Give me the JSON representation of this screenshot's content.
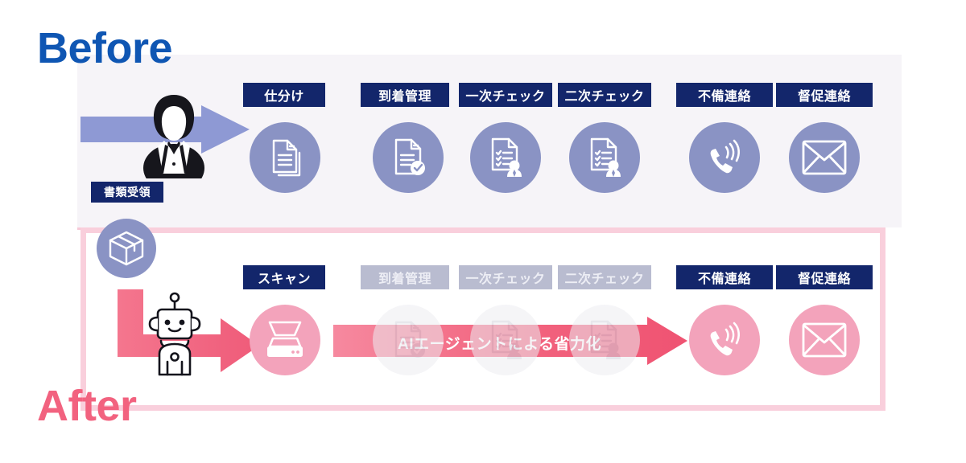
{
  "headings": {
    "before": "Before",
    "after": "After"
  },
  "before_row": {
    "intake_label": "書類受領",
    "actor_icon": "person-icon",
    "steps": [
      {
        "label": "仕分け",
        "icon": "documents-icon",
        "state": "active"
      },
      {
        "label": "到着管理",
        "icon": "document-check-icon",
        "state": "active"
      },
      {
        "label": "一次チェック",
        "icon": "document-person-icon",
        "state": "active"
      },
      {
        "label": "二次チェック",
        "icon": "document-person-icon",
        "state": "active"
      },
      {
        "label": "不備連絡",
        "icon": "phone-ring-icon",
        "state": "active"
      },
      {
        "label": "督促連絡",
        "icon": "envelope-icon",
        "state": "active"
      }
    ]
  },
  "after_row": {
    "actor_icon": "robot-icon",
    "flow_arrow_label": "AIエージェントによる省力化",
    "steps": [
      {
        "label": "スキャン",
        "icon": "scanner-icon",
        "state": "active"
      },
      {
        "label": "到着管理",
        "icon": "document-check-icon",
        "state": "automated"
      },
      {
        "label": "一次チェック",
        "icon": "document-person-icon",
        "state": "automated"
      },
      {
        "label": "二次チェック",
        "icon": "document-person-icon",
        "state": "automated"
      },
      {
        "label": "不備連絡",
        "icon": "phone-ring-icon",
        "state": "active"
      },
      {
        "label": "督促連絡",
        "icon": "envelope-icon",
        "state": "active"
      }
    ]
  },
  "colors": {
    "before_heading": "#0f56b3",
    "after_heading": "#f2627f",
    "chip_navy": "#13266b",
    "chip_faded": "#b9bcd0",
    "badge_blue": "#8a93c4",
    "badge_pink": "#f3a3bb",
    "arrow_blue": "#8e99d4",
    "arrow_pink": "#f06080",
    "frame_pink": "#f9cfdc",
    "panel_bg": "#f6f4f8"
  }
}
